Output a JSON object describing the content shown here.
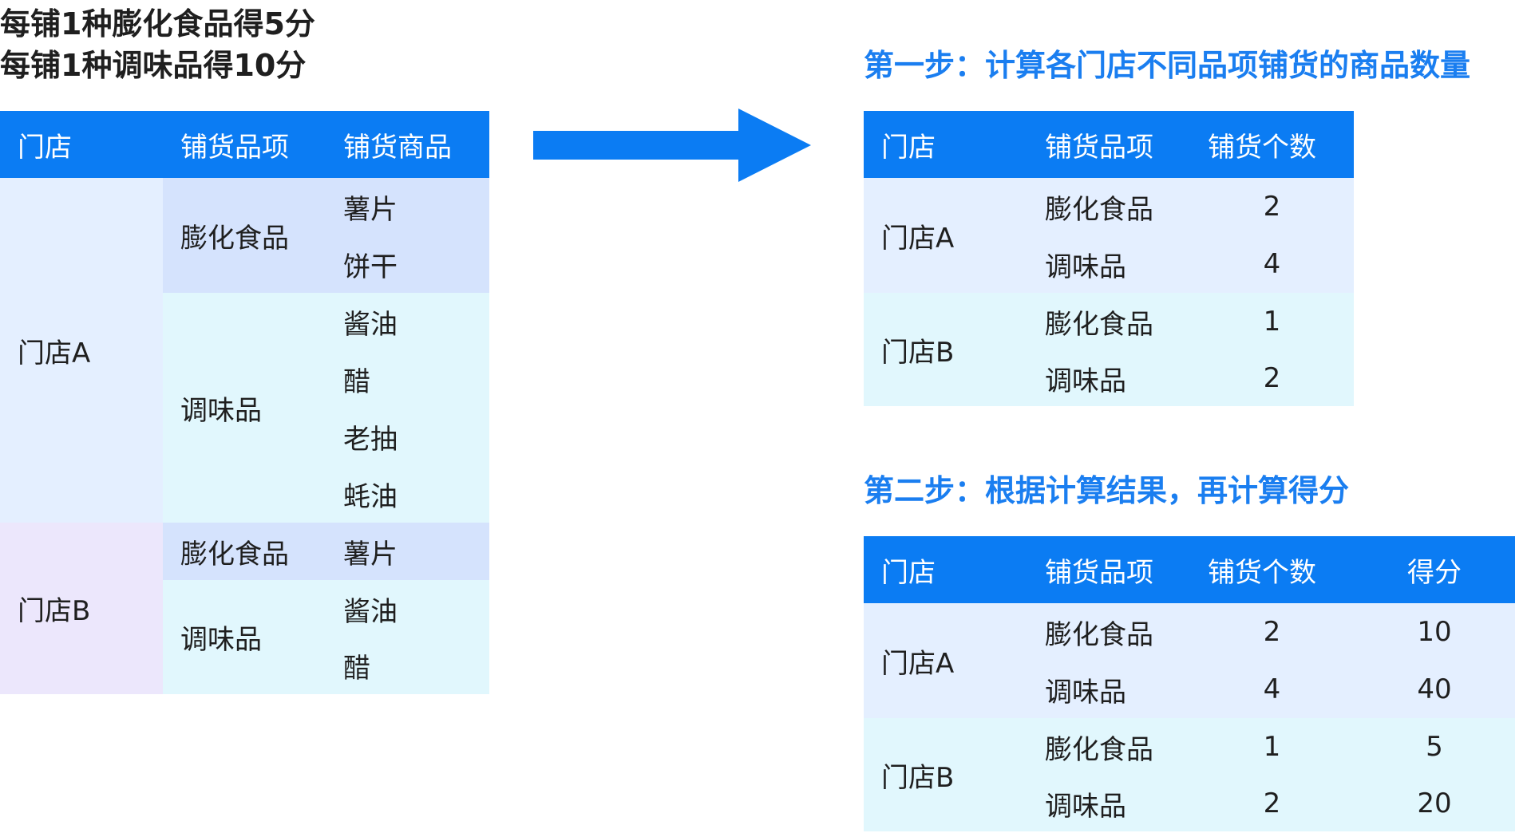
{
  "rules": {
    "line1": "每铺1种膨化食品得5分",
    "line2": "每铺1种调味品得10分"
  },
  "source_table": {
    "headers": [
      "门店",
      "铺货品项",
      "铺货商品"
    ],
    "stores": [
      {
        "store": "门店A",
        "categories": [
          {
            "category": "膨化食品",
            "items": [
              "薯片",
              "饼干"
            ]
          },
          {
            "category": "调味品",
            "items": [
              "酱油",
              "醋",
              "老抽",
              "蚝油"
            ]
          }
        ]
      },
      {
        "store": "门店B",
        "categories": [
          {
            "category": "膨化食品",
            "items": [
              "薯片"
            ]
          },
          {
            "category": "调味品",
            "items": [
              "酱油",
              "醋"
            ]
          }
        ]
      }
    ]
  },
  "step1": {
    "title": "第一步：计算各门店不同品项铺货的商品数量",
    "headers": [
      "门店",
      "铺货品项",
      "铺货个数"
    ],
    "rows": [
      {
        "store": "门店A",
        "lines": [
          {
            "category": "膨化食品",
            "count": "2"
          },
          {
            "category": "调味品",
            "count": "4"
          }
        ]
      },
      {
        "store": "门店B",
        "lines": [
          {
            "category": "膨化食品",
            "count": "1"
          },
          {
            "category": "调味品",
            "count": "2"
          }
        ]
      }
    ]
  },
  "step2": {
    "title": "第二步：根据计算结果，再计算得分",
    "headers": [
      "门店",
      "铺货品项",
      "铺货个数",
      "得分"
    ],
    "rows": [
      {
        "store": "门店A",
        "lines": [
          {
            "category": "膨化食品",
            "count": "2",
            "score": "10"
          },
          {
            "category": "调味品",
            "count": "4",
            "score": "40"
          }
        ]
      },
      {
        "store": "门店B",
        "lines": [
          {
            "category": "膨化食品",
            "count": "1",
            "score": "5"
          },
          {
            "category": "调味品",
            "count": "2",
            "score": "20"
          }
        ]
      }
    ]
  },
  "colors": {
    "header_bg": "#0b7cf3",
    "title_blue": "#1a7ef0",
    "arrow": "#0b7cf3",
    "store_a_bg": "#e4efff",
    "store_b_bg": "#ece7fc",
    "puffed_bg": "#d5e3fd",
    "seasoning_bg": "#e1f7fd"
  }
}
